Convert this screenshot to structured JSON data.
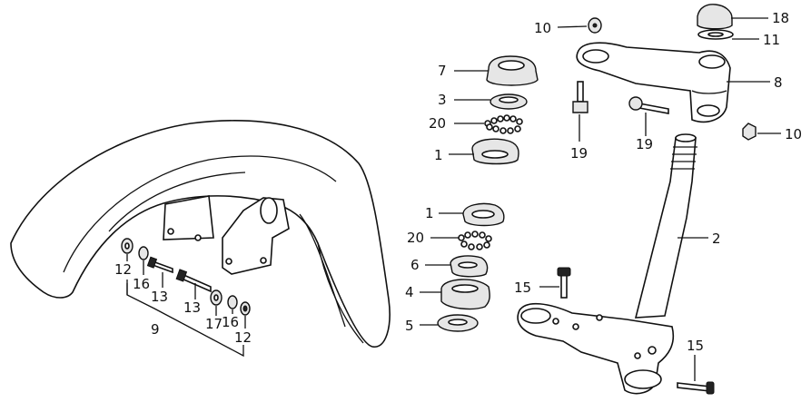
{
  "diagram": {
    "callouts": {
      "c10_top": "10",
      "c18": "18",
      "c11": "11",
      "c7": "7",
      "c8": "8",
      "c3": "3",
      "c20_top": "20",
      "c1_top": "1",
      "c19_left": "19",
      "c19_right": "19",
      "c10_right": "10",
      "c2": "2",
      "c1_mid": "1",
      "c20_mid": "20",
      "c6": "6",
      "c4": "4",
      "c5": "5",
      "c15_left": "15",
      "c15_right": "15",
      "c12_left": "12",
      "c16_left": "16",
      "c13_left": "13",
      "c13_right": "13",
      "c17": "17",
      "c16_right": "16",
      "c12_right": "12",
      "c9": "9"
    }
  }
}
